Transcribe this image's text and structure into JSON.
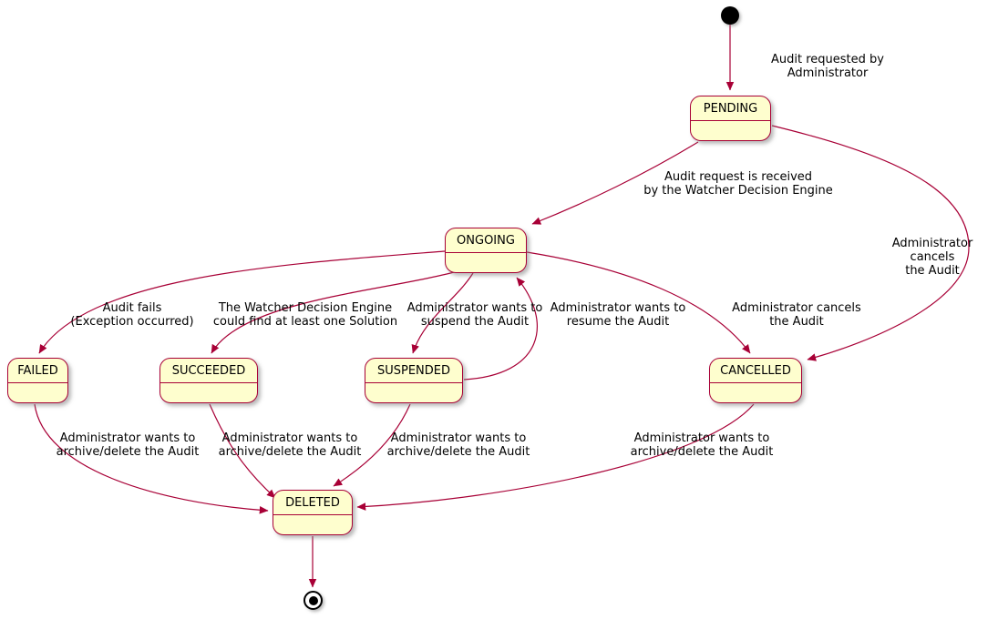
{
  "diagram": {
    "type": "state-machine",
    "colors": {
      "state_fill": "#FEFECE",
      "state_border": "#A80036",
      "arrow": "#A80036",
      "text": "#000000"
    },
    "states": {
      "pending": "PENDING",
      "ongoing": "ONGOING",
      "failed": "FAILED",
      "succeeded": "SUCCEEDED",
      "suspended": "SUSPENDED",
      "cancelled": "CANCELLED",
      "deleted": "DELETED"
    },
    "transitions": [
      {
        "from": "initial",
        "to": "PENDING",
        "label": "Audit requested by Administrator"
      },
      {
        "from": "PENDING",
        "to": "ONGOING",
        "label": "Audit request is received\nby the Watcher Decision Engine"
      },
      {
        "from": "PENDING",
        "to": "CANCELLED",
        "label": "Administrator cancels\nthe Audit"
      },
      {
        "from": "ONGOING",
        "to": "FAILED",
        "label": "Audit fails\n(Exception occurred)"
      },
      {
        "from": "ONGOING",
        "to": "SUCCEEDED",
        "label": "The Watcher Decision Engine\ncould find at least one Solution"
      },
      {
        "from": "ONGOING",
        "to": "SUSPENDED",
        "label": "Administrator wants to\nsuspend the Audit"
      },
      {
        "from": "SUSPENDED",
        "to": "ONGOING",
        "label": "Administrator wants to\nresume the Audit"
      },
      {
        "from": "ONGOING",
        "to": "CANCELLED",
        "label": "Administrator cancels\nthe Audit"
      },
      {
        "from": "FAILED",
        "to": "DELETED",
        "label": "Administrator wants to\narchive/delete the Audit"
      },
      {
        "from": "SUCCEEDED",
        "to": "DELETED",
        "label": "Administrator wants to\narchive/delete the Audit"
      },
      {
        "from": "SUSPENDED",
        "to": "DELETED",
        "label": "Administrator wants to\narchive/delete the Audit"
      },
      {
        "from": "CANCELLED",
        "to": "DELETED",
        "label": "Administrator wants to\narchive/delete the Audit"
      }
    ]
  }
}
